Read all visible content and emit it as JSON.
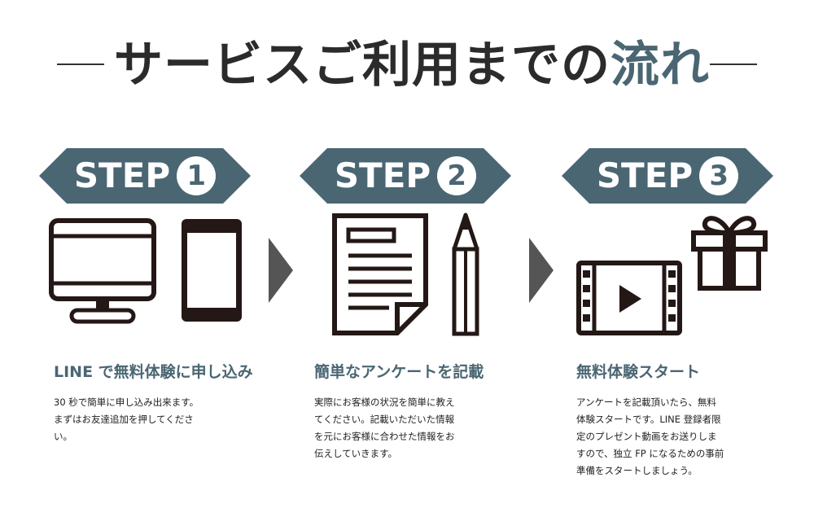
{
  "header": {
    "title_main": "サービスご利用までの",
    "title_accent": "流れ"
  },
  "colors": {
    "accent": "#4a6673",
    "arrow": "#555555",
    "icon": "#231815"
  },
  "steps": [
    {
      "word": "STEP",
      "number": "1",
      "title": "LINE で無料体験に申し込み",
      "desc_lines": [
        "30 秒で簡単に申し込み出来ます。",
        "まずはお友達追加を押してくださ",
        "い。"
      ],
      "icons": [
        "monitor-icon",
        "smartphone-icon"
      ]
    },
    {
      "word": "STEP",
      "number": "2",
      "title": "簡単なアンケートを記載",
      "desc_lines": [
        "実際にお客様の状況を簡単に教え",
        "てください。記載いただいた情報",
        "を元にお客様に合わせた情報をお",
        "伝えしていきます。"
      ],
      "icons": [
        "document-icon",
        "pencil-icon"
      ]
    },
    {
      "word": "STEP",
      "number": "3",
      "title": "無料体験スタート",
      "desc_lines": [
        "アンケートを記載頂いたら、無料",
        "体験スタートです。LINE 登録者限",
        "定のプレゼント動画をお送りしま",
        "すので、独立 FP になるための事前",
        "準備をスタートしましょう。"
      ],
      "icons": [
        "video-player-icon",
        "gift-icon"
      ]
    }
  ]
}
